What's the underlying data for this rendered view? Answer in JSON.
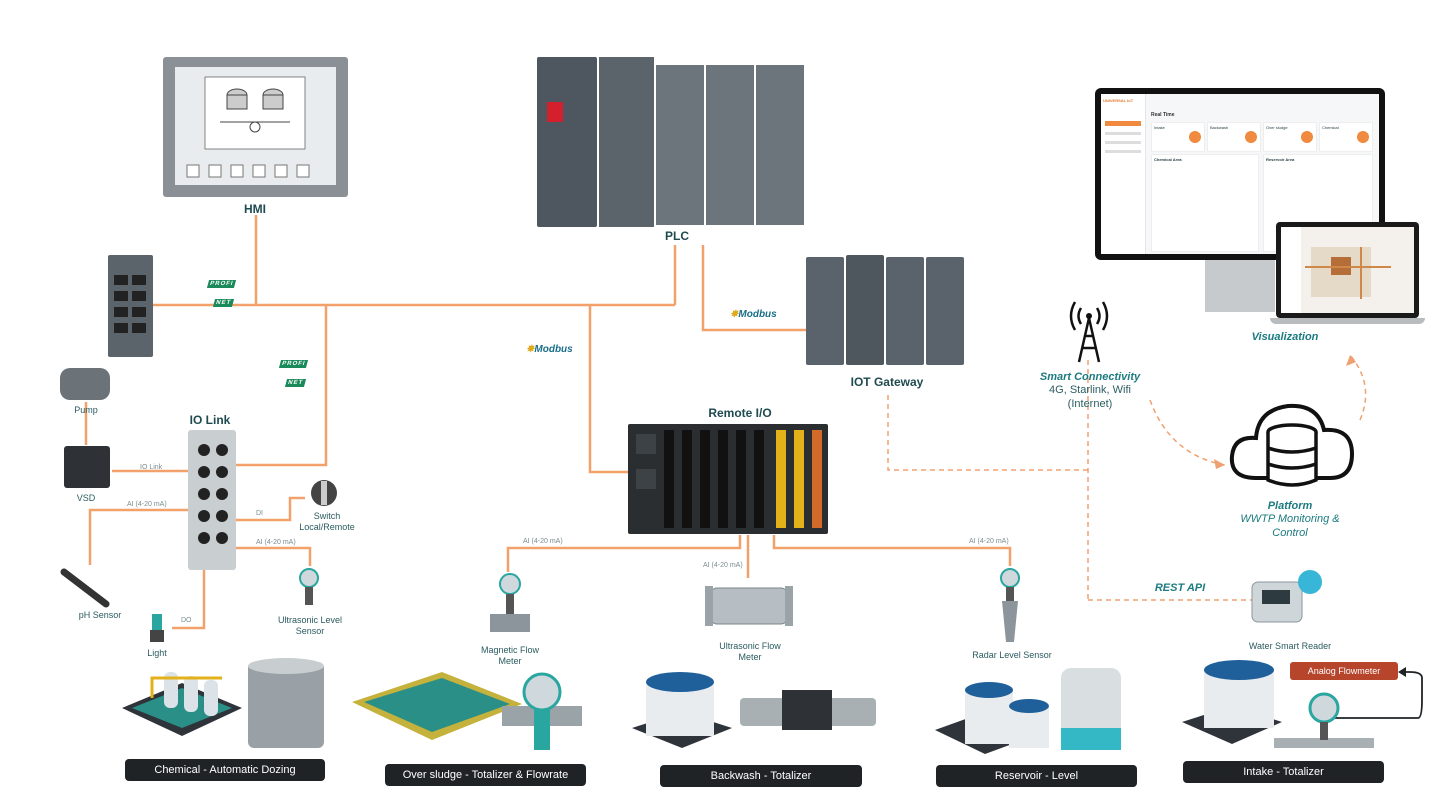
{
  "devices": {
    "hmi": "HMI",
    "plc": "PLC",
    "iot_gateway": "IOT Gateway",
    "remote_io": "Remote I/O",
    "io_link": "IO Link",
    "pump": "Pump",
    "vsd": "VSD",
    "ph_sensor": "pH Sensor",
    "light": "Light",
    "switch_line1": "Switch",
    "switch_line2": "Local/Remote",
    "ultrasonic_level_line1": "Ultrasonic Level",
    "ultrasonic_level_line2": "Sensor",
    "magnetic_flow_line1": "Magnetic Flow",
    "magnetic_flow_line2": "Meter",
    "ultrasonic_flow_line1": "Ultrasonic Flow",
    "ultrasonic_flow_line2": "Meter",
    "radar_level": "Radar Level Sensor",
    "water_smart_reader": "Water Smart Reader",
    "analog_flowmeter": "Analog Flowmeter"
  },
  "protocols": {
    "modbus": "Modbus",
    "profinet_a": "PROFI",
    "profinet_b": "NET",
    "rest_api": "REST API"
  },
  "signals": {
    "io_link": "IO Link",
    "ai_4_20": "AI (4-20 mA)",
    "di": "DI",
    "do": "DO"
  },
  "connectivity": {
    "title": "Smart Connectivity",
    "line1": "4G, Starlink, Wifi",
    "line2": "(Internet)"
  },
  "platform": {
    "title": "Platform",
    "line1": "WWTP Monitoring &",
    "line2": "Control"
  },
  "visualization": {
    "title": "Visualization"
  },
  "dashboard": {
    "brand": "UNIVERSAL IoT",
    "header": "Real Time",
    "card1": "Intake",
    "card2": "Backwash",
    "card3": "Over sludge",
    "card4": "Chemical",
    "section1": "Chemical Area",
    "section2": "Reservoir Area"
  },
  "stations": [
    "Chemical - Automatic Dozing",
    "Over sludge - Totalizer & Flowrate",
    "Backwash - Totalizer",
    "Reservoir - Level",
    "Intake - Totalizer"
  ],
  "colors": {
    "wire": "#f2a16b",
    "dashed": "#f0a070",
    "teal": "#1c7b80",
    "pill": "#1f2326",
    "accent_red": "#b6452c"
  }
}
